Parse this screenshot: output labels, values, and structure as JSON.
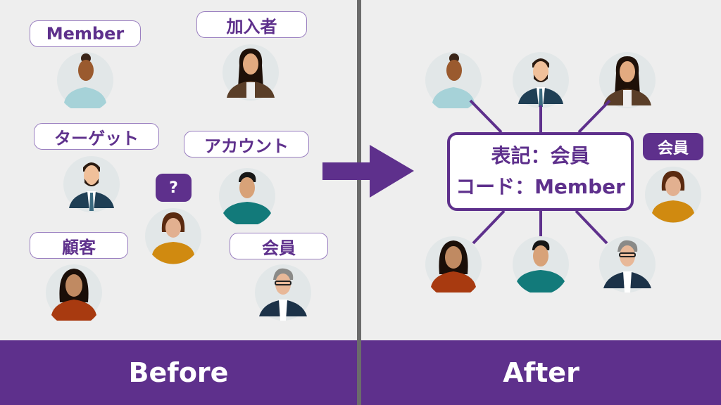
{
  "before": {
    "title": "Before",
    "labels": [
      {
        "text": "Member"
      },
      {
        "text": "加入者"
      },
      {
        "text": "ターゲット"
      },
      {
        "text": "アカウント"
      },
      {
        "text": "顧客"
      },
      {
        "text": "会員"
      }
    ],
    "question_badge": "?"
  },
  "after": {
    "title": "After",
    "center_box": {
      "line1": "表記：会員",
      "line2": "コード：Member"
    },
    "badge": "会員"
  },
  "colors": {
    "brand_purple": "#5e308c",
    "background": "#eeeeee",
    "divider": "#6b6b6b"
  },
  "avatars": [
    {
      "name": "woman-bun",
      "skin": "#9a5a2e",
      "hair": "#3a2418",
      "shirt": "#a6d2d8"
    },
    {
      "name": "man-beard",
      "skin": "#f0c09a",
      "hair": "#2a1a10",
      "shirt": "#1f3f55"
    },
    {
      "name": "woman-long-hair",
      "skin": "#e2aa80",
      "hair": "#1e1008",
      "shirt": "#5a3e28"
    },
    {
      "name": "man-short",
      "skin": "#d8a278",
      "hair": "#161616",
      "shirt": "#127a7a"
    },
    {
      "name": "woman-bob",
      "skin": "#e2b090",
      "hair": "#5a2a10",
      "shirt": "#d08a10"
    },
    {
      "name": "woman-curly",
      "skin": "#c08a62",
      "hair": "#1a0e08",
      "shirt": "#a83a10"
    },
    {
      "name": "man-glasses",
      "skin": "#e8b898",
      "hair": "#8a8a88",
      "shirt": "#1c3248"
    }
  ]
}
